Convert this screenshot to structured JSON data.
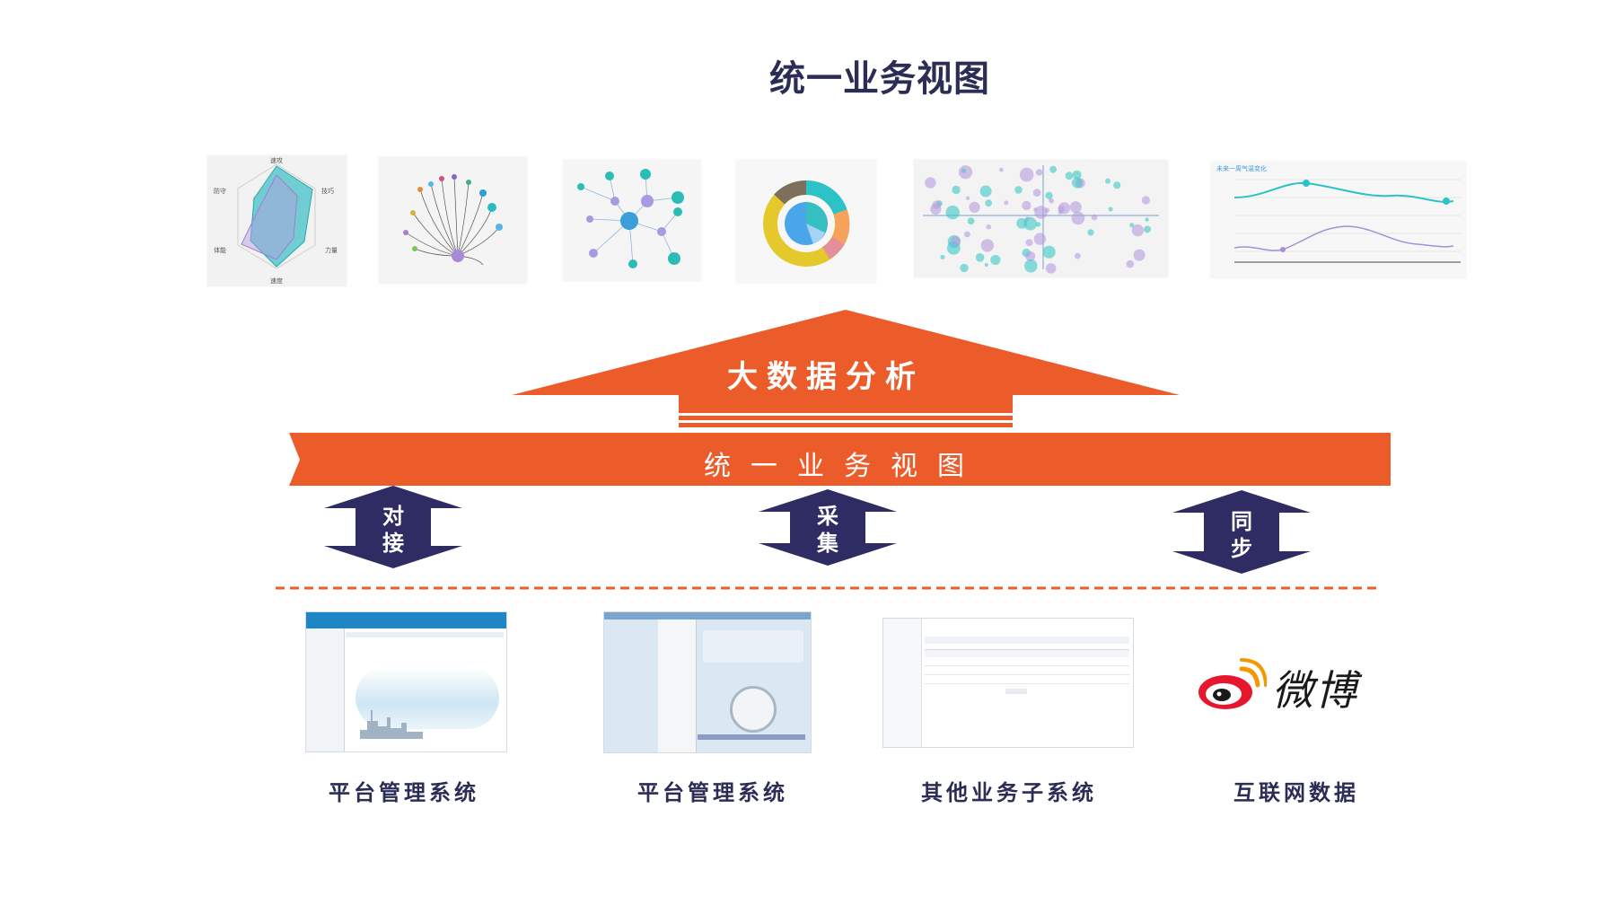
{
  "page_title": "统一业务视图",
  "top_arrow_label": "大数据分析",
  "band_label": "统一业务视图",
  "connectors": [
    {
      "label_line1": "对",
      "label_line2": "接"
    },
    {
      "label_line1": "采",
      "label_line2": "集"
    },
    {
      "label_line1": "同",
      "label_line2": "步"
    }
  ],
  "systems": [
    {
      "label": "平台管理系统"
    },
    {
      "label": "平台管理系统"
    },
    {
      "label": "其他业务子系统"
    },
    {
      "label": "互联网数据",
      "logo_text": "微博"
    }
  ],
  "thumbnails": {
    "radar": {
      "labels": [
        "速攻",
        "技巧",
        "力量",
        "速度",
        "体能",
        "防守"
      ]
    },
    "weather": {
      "title": "未来一周气温变化"
    }
  },
  "colors": {
    "orange": "#ec5c2b",
    "navy": "#2e2c63",
    "title": "#2b2d55",
    "teal": "#3ec8c8",
    "purple": "#b392d8"
  }
}
